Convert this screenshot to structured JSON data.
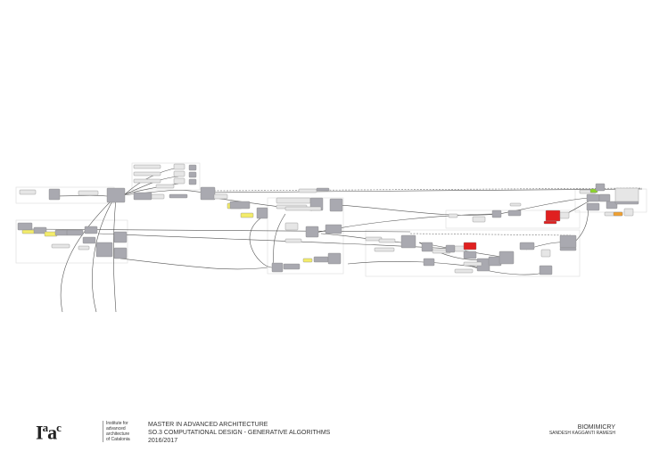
{
  "diagram": {
    "type": "grasshopper-definition",
    "colors": {
      "node": "#a9a9b0",
      "panel": "#e6e6e6",
      "slider_yellow": "#f3ec6a",
      "error_red": "#e02020",
      "toggle_green": "#8cd42a",
      "orange": "#f0a030",
      "wire": "#555555",
      "group": "#eeeeee"
    }
  },
  "footer": {
    "logo": "IaaC",
    "institute_lines": [
      "Institute for",
      "advanced",
      "architecture",
      "of Catalonia"
    ],
    "course_lines": [
      "MASTER IN ADVANCED ARCHITECTURE",
      "SO.3 COMPUTATIONAL DESIGN - GENERATIVE ALGORITHMS",
      "2016/2017"
    ],
    "project_title": "BIOMIMICRY",
    "author": "SANDESH KAGGANTI RAMESH"
  }
}
